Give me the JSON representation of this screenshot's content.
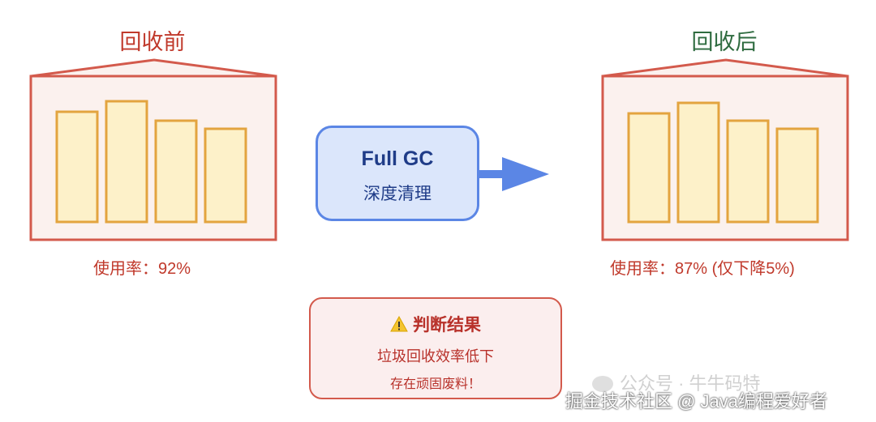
{
  "before": {
    "title": "回收前",
    "usage": "使用率：92%",
    "color": "#c0392b",
    "bars": [
      0.85,
      0.93,
      0.78,
      0.72
    ]
  },
  "after": {
    "title": "回收后",
    "usage": "使用率：87% (仅下降5%)",
    "color": "#2e6b3f",
    "bars": [
      0.84,
      0.92,
      0.78,
      0.72
    ]
  },
  "process": {
    "title": "Full GC",
    "subtitle": "深度清理"
  },
  "result": {
    "icon": "warning-icon",
    "heading": "判断结果",
    "line1": "垃圾回收效率低下",
    "line2": "存在顽固废料！"
  },
  "watermark": "公众号 · 牛牛码特",
  "footer": "掘金技术社区 @ Java编程爱好者",
  "colors": {
    "house_stroke": "#d35a4c",
    "house_fill": "#fbf1ee",
    "bar_fill": "#fdf1c9",
    "bar_stroke": "#e3a43f",
    "arrow": "#5b86e5"
  }
}
